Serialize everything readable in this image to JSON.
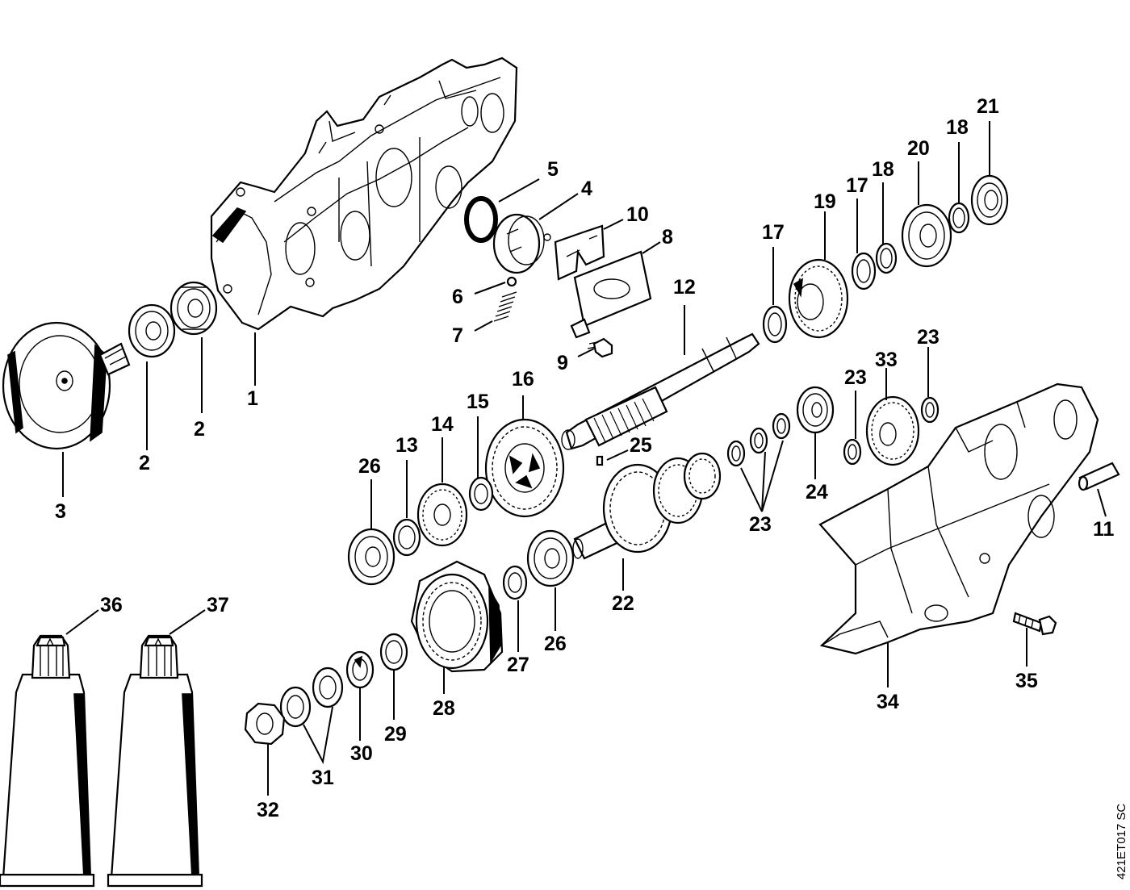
{
  "drawing_code": "421ET017 SC",
  "callouts": {
    "c1": "1",
    "c2a": "2",
    "c2b": "2",
    "c3": "3",
    "c4": "4",
    "c5": "5",
    "c6": "6",
    "c7": "7",
    "c8": "8",
    "c9": "9",
    "c10": "10",
    "c11": "11",
    "c12": "12",
    "c13": "13",
    "c14": "14",
    "c15": "15",
    "c16": "16",
    "c17a": "17",
    "c17b": "17",
    "c18a": "18",
    "c18b": "18",
    "c19": "19",
    "c20": "20",
    "c21": "21",
    "c22": "22",
    "c23a": "23",
    "c23b": "23",
    "c23c": "23",
    "c24": "24",
    "c25": "25",
    "c26a": "26",
    "c26b": "26",
    "c27": "27",
    "c28": "28",
    "c29": "29",
    "c30": "30",
    "c31": "31",
    "c32": "32",
    "c33": "33",
    "c34": "34",
    "c35": "35",
    "c36": "36",
    "c37": "37"
  }
}
